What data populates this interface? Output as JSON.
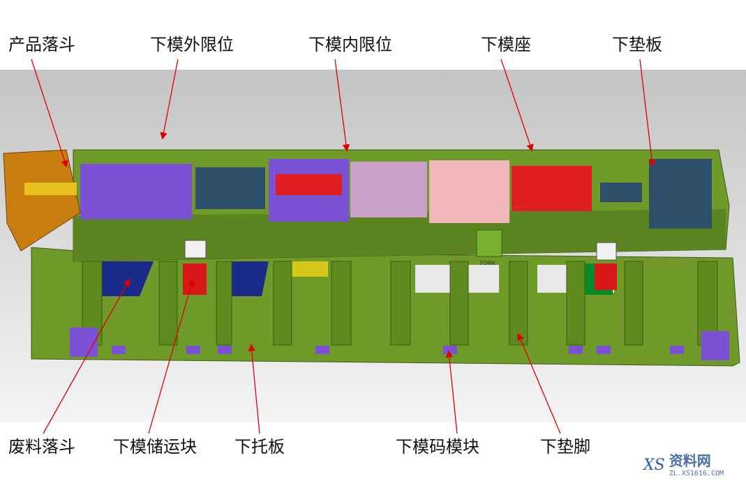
{
  "labels_top": [
    {
      "text": "产品落斗",
      "name": "product-chute"
    },
    {
      "text": "下模外限位",
      "name": "lower-die-outer-stop"
    },
    {
      "text": "下模内限位",
      "name": "lower-die-inner-stop"
    },
    {
      "text": "下模座",
      "name": "lower-die-shoe"
    },
    {
      "text": "下垫板",
      "name": "lower-backing-plate"
    }
  ],
  "labels_bottom": [
    {
      "text": "废料落斗",
      "name": "scrap-chute"
    },
    {
      "text": "下模储运块",
      "name": "lower-die-storage-block"
    },
    {
      "text": "下托板",
      "name": "lower-support-plate"
    },
    {
      "text": "下模码模块",
      "name": "lower-die-clamp-block"
    },
    {
      "text": "下垫脚",
      "name": "lower-parallel"
    }
  ],
  "model_text": "FORK",
  "logo": {
    "title": "资料网",
    "subtitle": "ZL.XS1616.COM",
    "mark": "XS"
  },
  "colors": {
    "arrow": "#e00000",
    "plate": "#6f9a2a",
    "die_purple": "#7b52d6",
    "insert_red": "#e02020",
    "background_top": "#c8c8c8",
    "background_bottom": "#f2f2f2"
  }
}
